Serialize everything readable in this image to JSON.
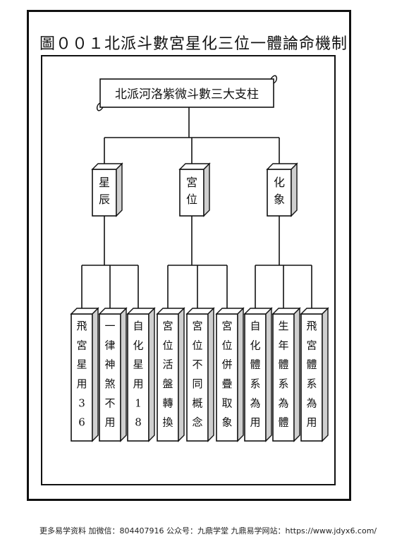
{
  "title": "圖００１北派斗數宮星化三位一體論命機制",
  "root": {
    "label": "北派河洛紫微斗數三大支柱"
  },
  "branches": [
    {
      "label": "星辰",
      "children": [
        "飛宮星用36",
        "一律神煞不用",
        "自化星用18"
      ]
    },
    {
      "label": "宮位",
      "children": [
        "宮位活盤轉換",
        "宮位不同概念",
        "宮位併疊取象"
      ]
    },
    {
      "label": "化象",
      "children": [
        "自化體系為用",
        "生年體系為體",
        "飛宮體系為用"
      ]
    }
  ],
  "footer": "更多易学资料 加微信：804407916 公众号：九鼎学堂 九鼎易学网站：https://www.jdyx6.com/"
}
